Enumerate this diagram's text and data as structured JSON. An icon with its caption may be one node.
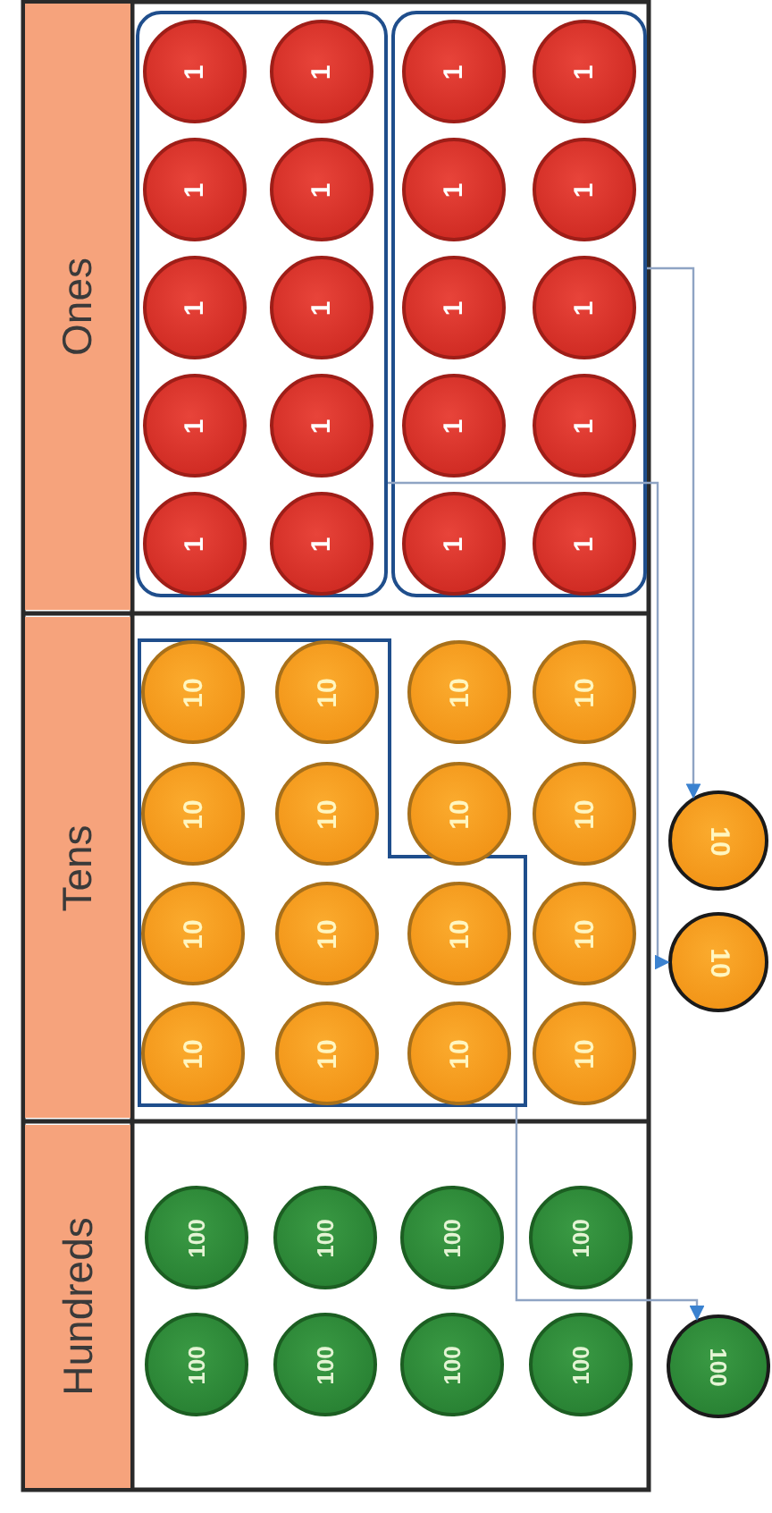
{
  "diagram": {
    "nodes": [
      {
        "text": [
          "Ones"
        ]
      },
      {
        "text": [],
        "shape": "box"
      },
      {
        "text": [
          "1"
        ],
        "in": 1
      },
      {
        "text": [
          "1"
        ],
        "in": 1
      },
      {
        "text": [
          "1"
        ],
        "in": 1
      },
      {
        "text": [
          "1"
        ],
        "in": 1
      },
      {
        "text": [
          "1"
        ],
        "in": 1
      },
      {
        "text": [
          "1"
        ],
        "in": 1
      },
      {
        "text": [
          "1"
        ],
        "in": 1
      },
      {
        "text": [
          "1"
        ],
        "in": 1
      },
      {
        "text": [
          "1"
        ],
        "in": 1
      },
      {
        "text": [
          "1"
        ],
        "in": 1
      },
      {
        "text": [],
        "shape": "box"
      },
      {
        "text": [
          "1"
        ],
        "in": 12
      },
      {
        "text": [
          "1"
        ],
        "in": 12
      },
      {
        "text": [
          "1"
        ],
        "in": 12
      },
      {
        "text": [
          "1"
        ],
        "in": 12
      },
      {
        "text": [
          "1"
        ],
        "in": 12
      },
      {
        "text": [
          "1"
        ],
        "in": 12
      },
      {
        "text": [
          "1"
        ],
        "in": 12
      },
      {
        "text": [
          "1"
        ],
        "in": 12
      },
      {
        "text": [
          "1"
        ],
        "in": 12
      },
      {
        "text": [
          "1"
        ],
        "in": 12
      },
      {
        "text": [
          "Tens"
        ]
      },
      {
        "text": [],
        "shape": "box"
      },
      {
        "text": [
          "10"
        ],
        "in": 24
      },
      {
        "text": [
          "10"
        ],
        "in": 24
      },
      {
        "text": [
          "10"
        ],
        "in": 24
      },
      {
        "text": [
          "10"
        ],
        "in": 24
      },
      {
        "text": [
          "10"
        ],
        "in": 24
      },
      {
        "text": [
          "10"
        ],
        "in": 24
      },
      {
        "text": [
          "10"
        ],
        "in": 24
      },
      {
        "text": [
          "10"
        ],
        "in": 24
      },
      {
        "text": [
          "10"
        ],
        "in": 24
      },
      {
        "text": [
          "10"
        ],
        "in": 24
      },
      {
        "text": [
          "10"
        ]
      },
      {
        "text": [
          "10"
        ]
      },
      {
        "text": [
          "10"
        ]
      },
      {
        "text": [
          "10"
        ]
      },
      {
        "text": [
          "10"
        ]
      },
      {
        "text": [
          "10"
        ]
      },
      {
        "text": [
          "Hundreds"
        ]
      },
      {
        "text": [
          "100"
        ]
      },
      {
        "text": [
          "100"
        ]
      },
      {
        "text": [
          "100"
        ]
      },
      {
        "text": [
          "100"
        ]
      },
      {
        "text": [
          "100"
        ]
      },
      {
        "text": [
          "100"
        ]
      },
      {
        "text": [
          "100"
        ]
      },
      {
        "text": [
          "100"
        ]
      },
      {
        "text": [
          "10"
        ]
      },
      {
        "text": [
          "10"
        ]
      },
      {
        "text": [
          "100"
        ]
      }
    ],
    "edges": [
      {
        "from": 1,
        "to": 51,
        "arrow": "to"
      },
      {
        "from": 12,
        "to": 50,
        "arrow": "to"
      },
      {
        "from": 24,
        "to": 52,
        "arrow": "to"
      }
    ]
  }
}
